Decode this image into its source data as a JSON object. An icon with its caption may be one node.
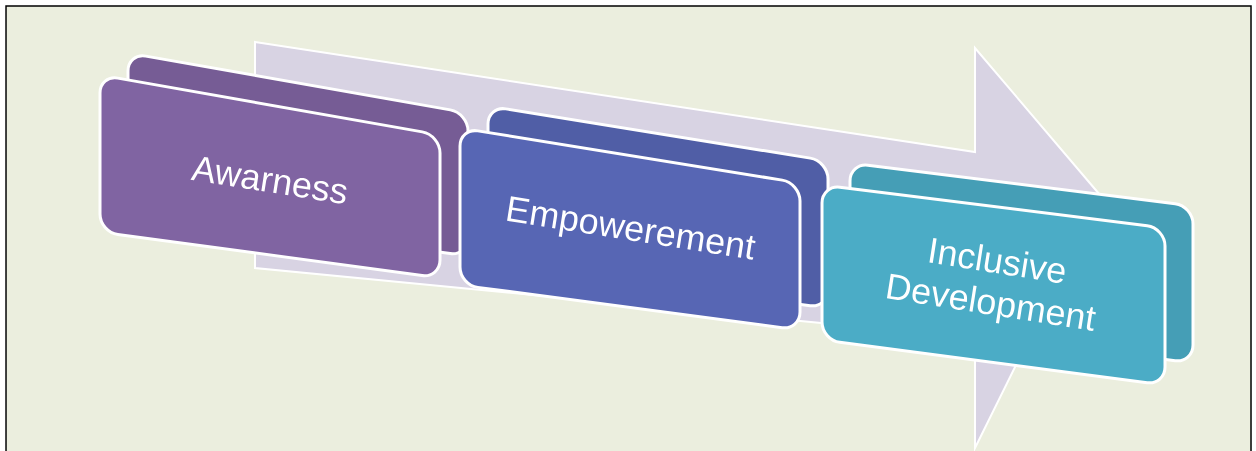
{
  "diagram": {
    "nodes": [
      {
        "text": [
          "Awarness"
        ]
      },
      {
        "text": [
          "Empowerement"
        ]
      },
      {
        "text": [
          "Inclusive Development"
        ]
      }
    ]
  }
}
